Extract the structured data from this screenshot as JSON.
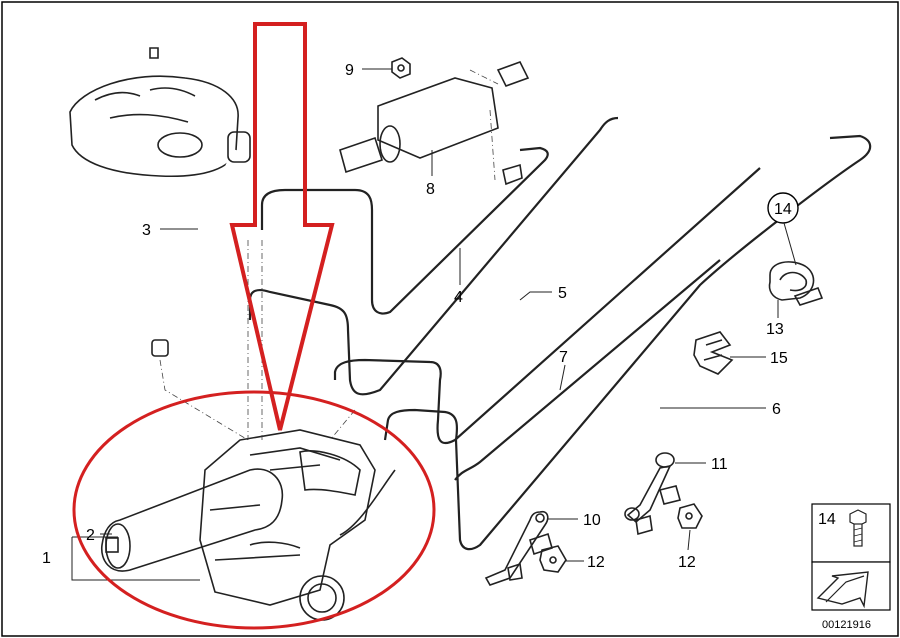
{
  "diagram": {
    "callouts": [
      {
        "id": "c1",
        "text": "1"
      },
      {
        "id": "c2",
        "text": "2"
      },
      {
        "id": "c3",
        "text": "3"
      },
      {
        "id": "c4",
        "text": "4"
      },
      {
        "id": "c5",
        "text": "5"
      },
      {
        "id": "c6",
        "text": "6"
      },
      {
        "id": "c7",
        "text": "7"
      },
      {
        "id": "c8",
        "text": "8"
      },
      {
        "id": "c9",
        "text": "9"
      },
      {
        "id": "c10",
        "text": "10"
      },
      {
        "id": "c11",
        "text": "11"
      },
      {
        "id": "c12a",
        "text": "12"
      },
      {
        "id": "c12b",
        "text": "12"
      },
      {
        "id": "c13",
        "text": "13"
      },
      {
        "id": "c14",
        "text": "14"
      },
      {
        "id": "c15",
        "text": "15"
      }
    ],
    "legend_box": {
      "number": "14"
    },
    "reference_number": "00121916",
    "annotation_color": "#d42020"
  }
}
